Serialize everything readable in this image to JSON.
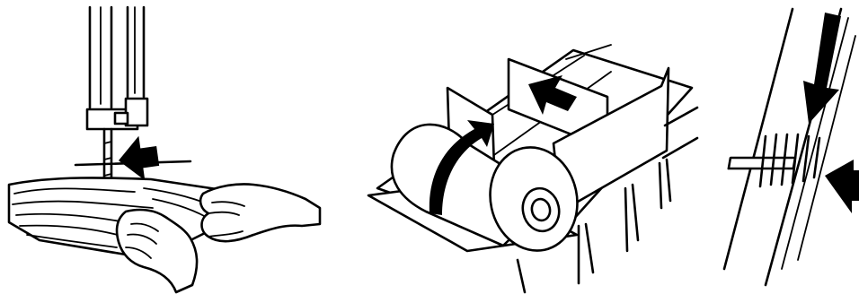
{
  "illustrations": [
    {
      "subject": "bandsaw-cutting-wood",
      "arrow": "feed-direction-icon"
    },
    {
      "subject": "conveyor-belt-with-guard-rails",
      "arrow": "rotation-arrow-icon"
    },
    {
      "subject": "saw-blade-tooth-closeup",
      "arrow": "blade-direction-icon"
    }
  ],
  "colors": {
    "ink": "#000000",
    "paper": "#ffffff"
  }
}
